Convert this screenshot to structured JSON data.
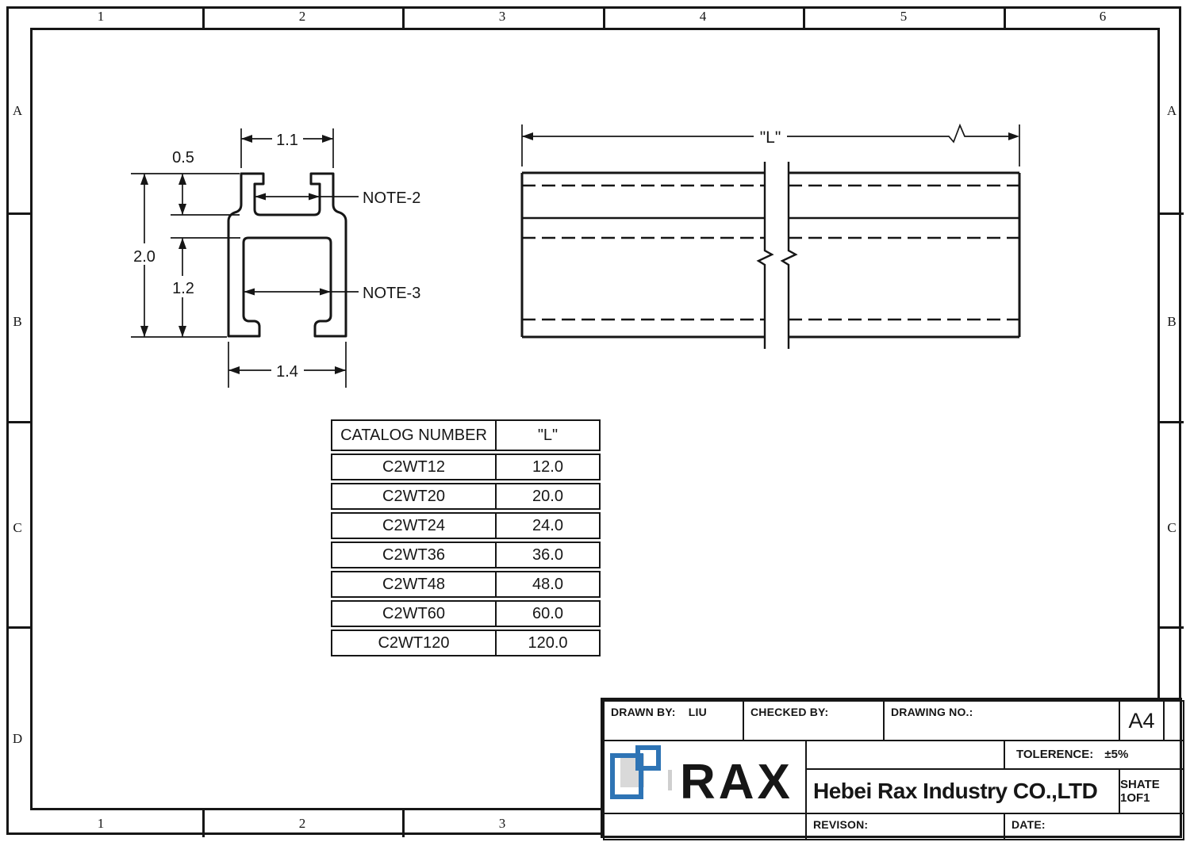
{
  "grid": {
    "cols": [
      "1",
      "2",
      "3",
      "4",
      "5",
      "6"
    ],
    "rows": [
      "A",
      "B",
      "C",
      "D"
    ]
  },
  "profile": {
    "dims": {
      "top_width": "1.1",
      "top_height": "0.5",
      "total_height": "2.0",
      "cavity_height": "1.2",
      "bottom_width": "1.4"
    },
    "notes": {
      "note2": "NOTE-2",
      "note3": "NOTE-3"
    }
  },
  "long_view": {
    "length_label": "\"L\""
  },
  "table": {
    "headers": [
      "CATALOG NUMBER",
      "\"L\""
    ],
    "rows": [
      [
        "C2WT12",
        "12.0"
      ],
      [
        "C2WT20",
        "20.0"
      ],
      [
        "C2WT24",
        "24.0"
      ],
      [
        "C2WT36",
        "36.0"
      ],
      [
        "C2WT48",
        "48.0"
      ],
      [
        "C2WT60",
        "60.0"
      ],
      [
        "C2WT120",
        "120.0"
      ]
    ]
  },
  "title_block": {
    "drawn_by_label": "DRAWN BY:",
    "drawn_by_value": "LIU",
    "checked_by_label": "CHECKED BY:",
    "drawing_no_label": "DRAWING NO.:",
    "paper_size": "A4",
    "tolerance_label": "TOLERENCE:",
    "tolerance_value": "±5%",
    "company": "Hebei Rax Industry CO.,LTD",
    "sheet_label": "SHATE 1OF1",
    "revision_label": "REVISON:",
    "date_label": "DATE:",
    "logo_text": "RAX"
  },
  "colors": {
    "line": "#161616",
    "logo_blue": "#2e74b5",
    "logo_gray": "#d9d9d9"
  }
}
